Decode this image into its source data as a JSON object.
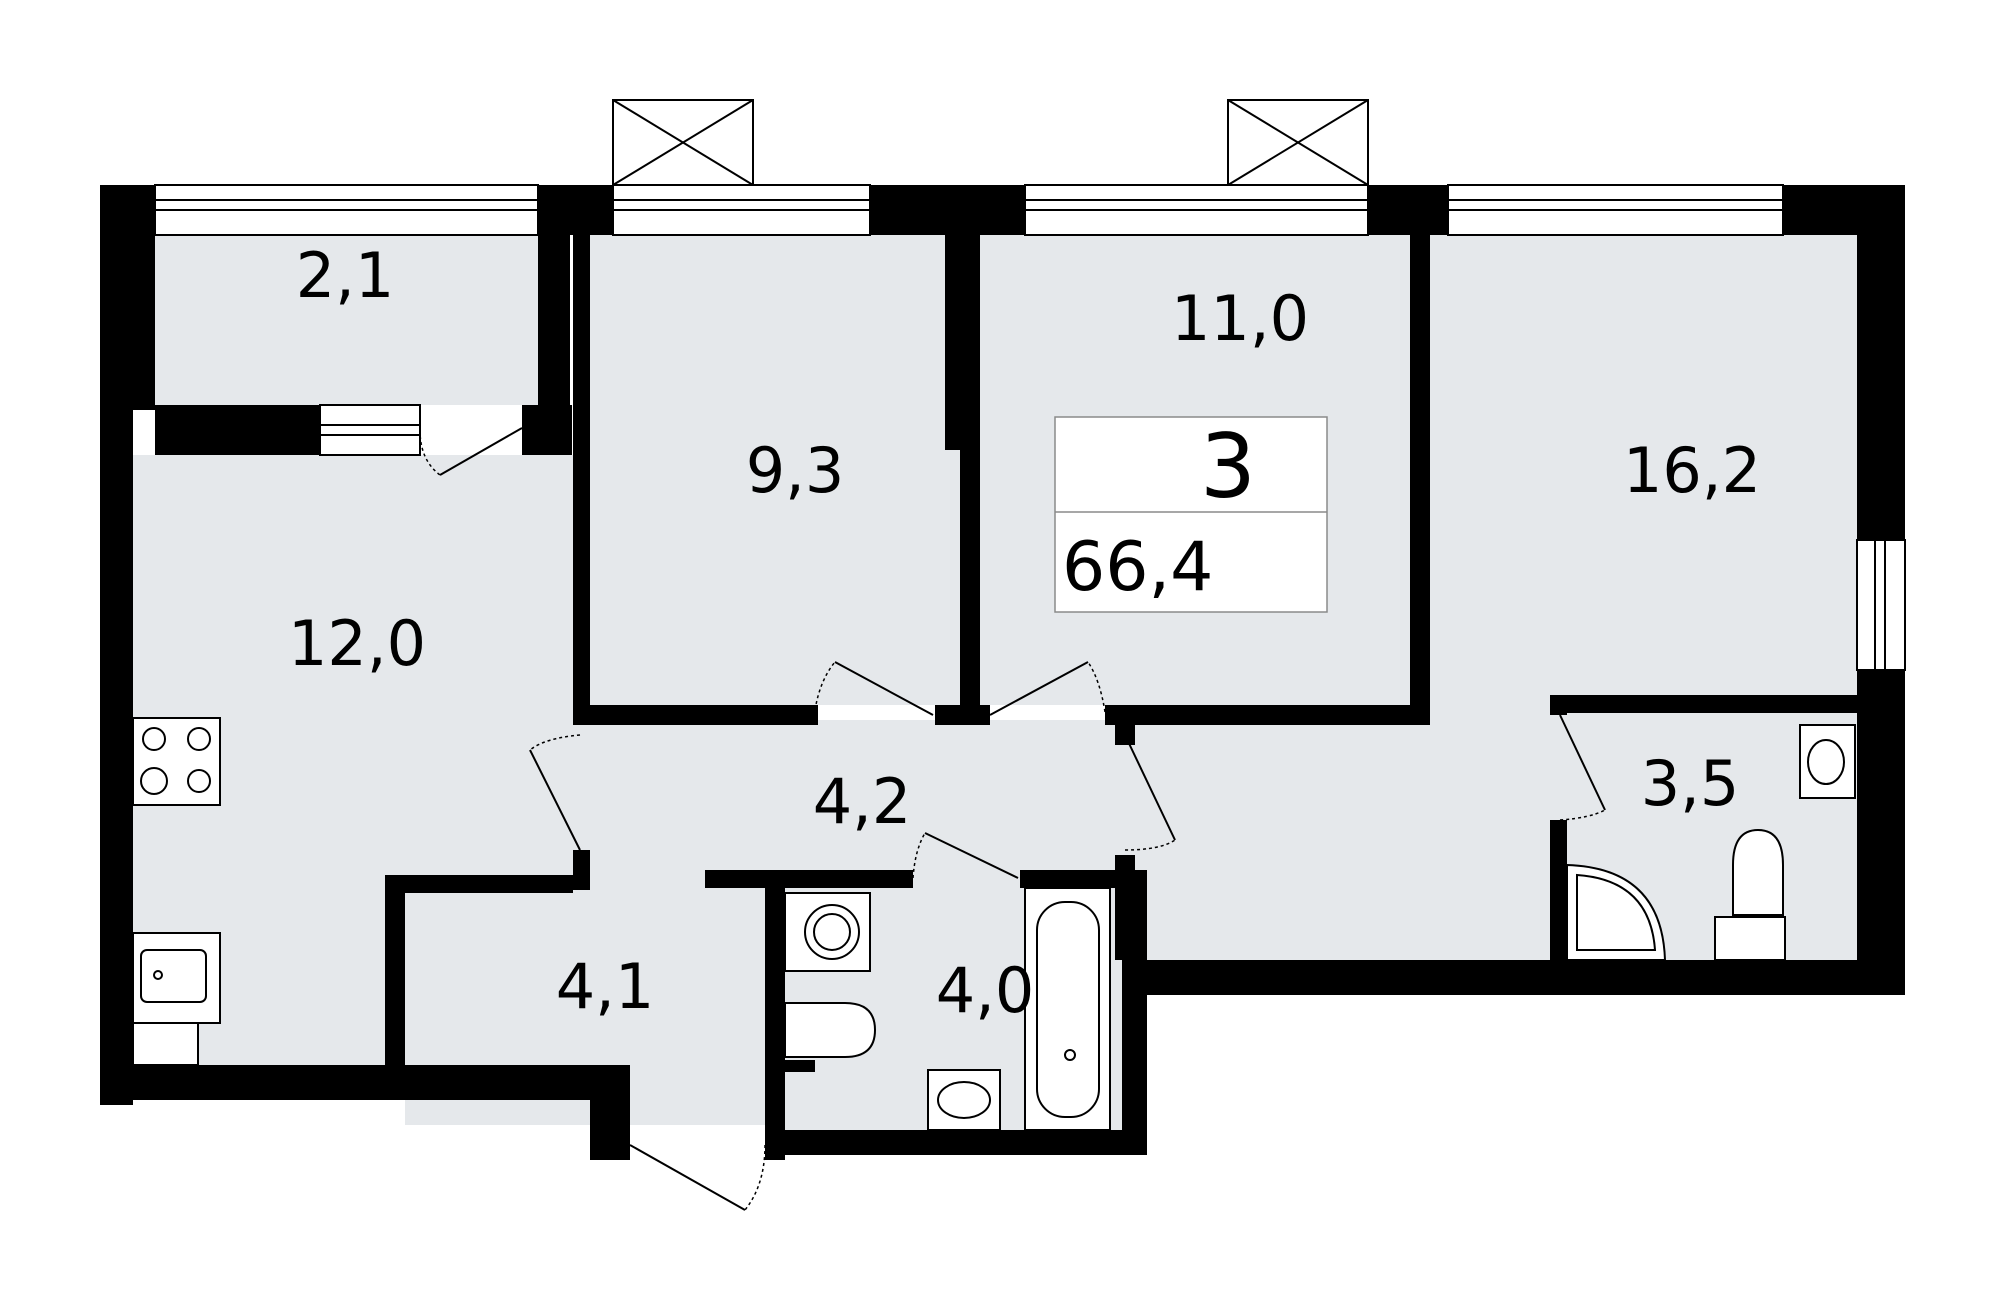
{
  "plan": {
    "rooms_count": "3",
    "total_area": "66,4",
    "rooms": [
      {
        "id": "balcony",
        "area": "2,1"
      },
      {
        "id": "bedroom-small",
        "area": "9,3"
      },
      {
        "id": "bedroom-middle",
        "area": "11,0"
      },
      {
        "id": "living-room",
        "area": "16,2"
      },
      {
        "id": "kitchen",
        "area": "12,0"
      },
      {
        "id": "corridor",
        "area": "4,2"
      },
      {
        "id": "entrance-hall",
        "area": "4,1"
      },
      {
        "id": "bathroom",
        "area": "4,0"
      },
      {
        "id": "shower-room",
        "area": "3,5"
      }
    ]
  },
  "colors": {
    "wall": "#000000",
    "floor": "#e5e8eb",
    "background": "#ffffff"
  }
}
